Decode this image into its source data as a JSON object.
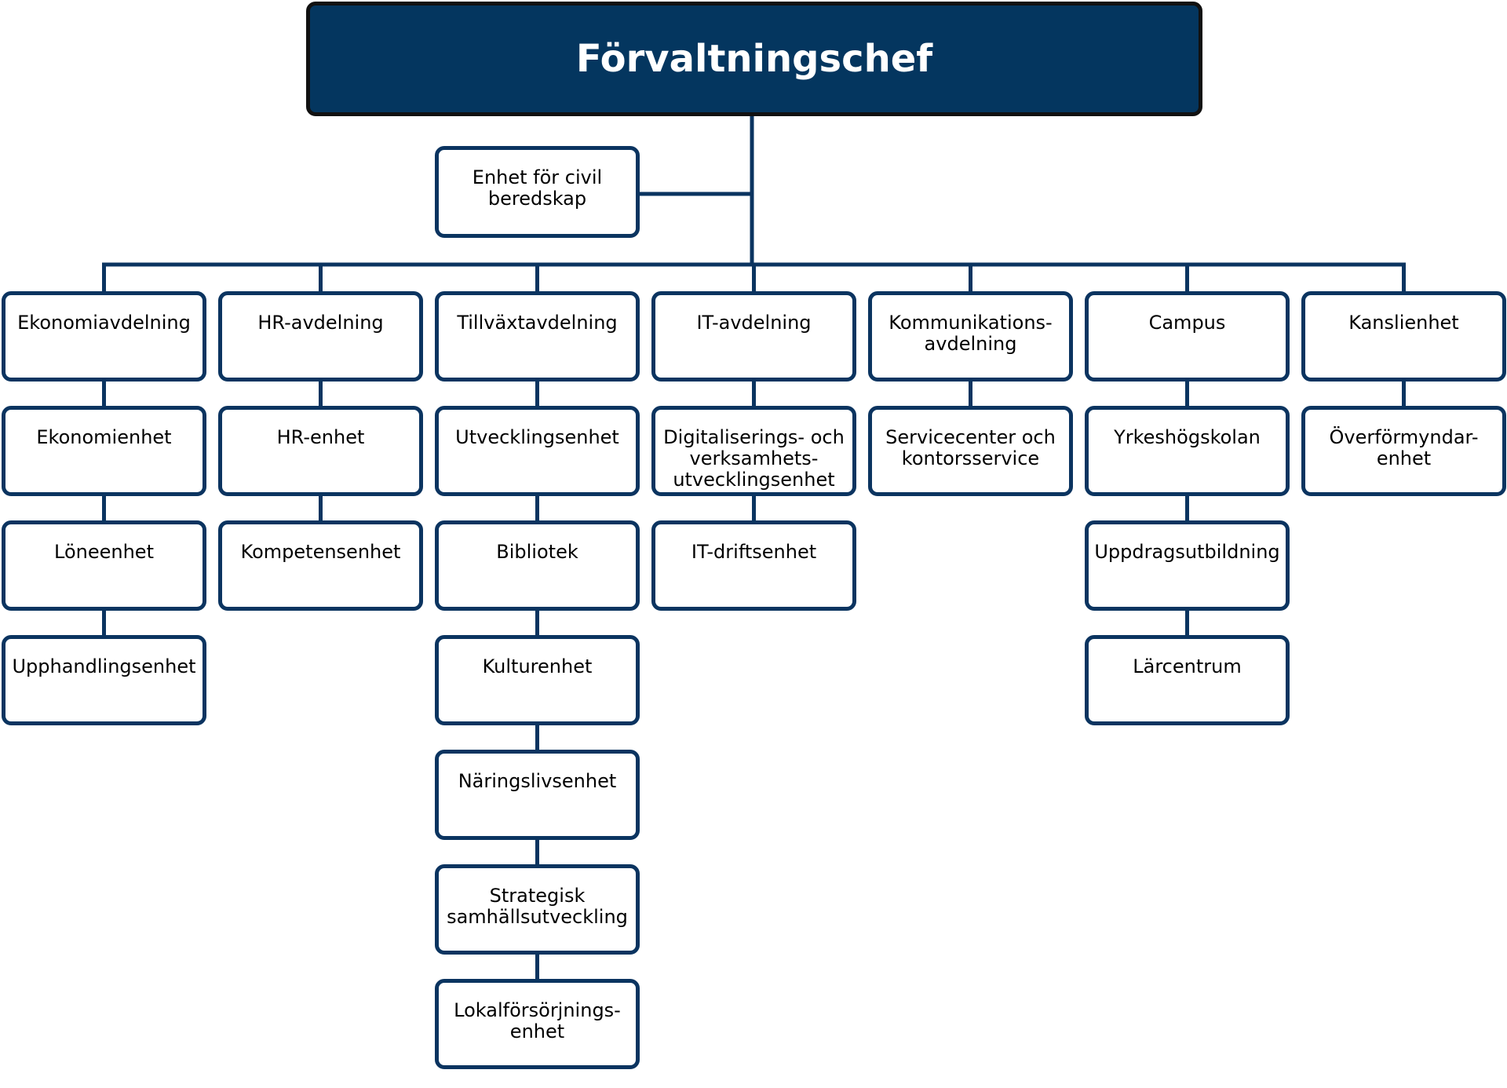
{
  "chart": {
    "root": {
      "label": "Förvaltningschef"
    },
    "staff": {
      "label": "Enhet för civil\nberedskap"
    },
    "departments": [
      {
        "label": "Ekonomiavdelning",
        "units": [
          "Ekonomienhet",
          "Löneenhet",
          "Upphandlingsenhet"
        ]
      },
      {
        "label": "HR-avdelning",
        "units": [
          "HR-enhet",
          "Kompetensenhet"
        ]
      },
      {
        "label": "Tillväxtavdelning",
        "units": [
          "Utvecklingsenhet",
          "Bibliotek",
          "Kulturenhet",
          "Näringslivsenhet",
          "Strategisk\nsamhällsutveckling",
          "Lokalförsörjnings-\nenhet"
        ]
      },
      {
        "label": "IT-avdelning",
        "units": [
          "Digitaliserings- och\nverksamhets-\nutvecklingsenhet",
          "IT-driftsenhet"
        ]
      },
      {
        "label": "Kommunikations-\navdelning",
        "units": [
          "Servicecenter och\nkontorsservice"
        ]
      },
      {
        "label": "Campus",
        "units": [
          "Yrkeshögskolan",
          "Uppdragsutbildning",
          "Lärcentrum"
        ]
      },
      {
        "label": "Kanslienhet",
        "units": [
          "Överförmyndar-\nenhet"
        ]
      }
    ]
  },
  "colors": {
    "head_fill": "#04365f",
    "head_text": "#ffffff",
    "line": "#0b3460",
    "box_border": "#0b3460",
    "box_fill": "#ffffff",
    "text": "#000000"
  }
}
